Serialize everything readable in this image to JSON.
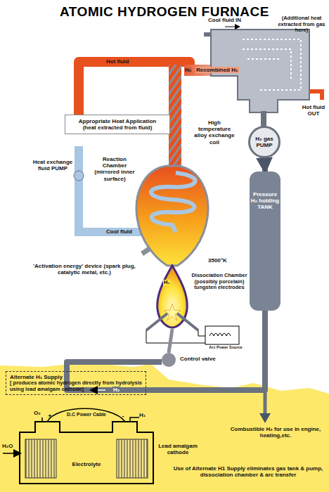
{
  "diagram": {
    "title": "ATOMIC HYDROGEN FURNACE",
    "nodes": [
      {
        "text": [
          "Appropriate Heat Application",
          "(heat extracted from fluid)"
        ]
      },
      {
        "text": [
          "H₂ gas PUMP"
        ]
      },
      {
        "text": [
          "Pressure H₂ holding TANK"
        ]
      },
      {
        "text": [
          "Alternate H₁ Supply",
          "[ produces atomic hydrogen directly from hydrolysis using lead amalgam cathode]"
        ]
      }
    ],
    "edges": [
      {
        "from": 1,
        "to": 2,
        "arrow": "to"
      }
    ],
    "labels": [
      "Cool fluid IN",
      "(Additional heat extracted from gas here)",
      "Hot fluid",
      "H₂",
      "Recombined H₂",
      "Hot fluid OUT",
      "High temperature alloy exchange coil",
      "Heat exchange fluid PUMP",
      "Reaction Chamber (mirrored inner surface)",
      "Cool fluid",
      "3500°K",
      "'Activation energy' device (spark plug, catalytic metal, etc.)",
      "Dissociation Chamber (possibly porcelain) tungsten electrodes",
      "H₁",
      "Arc Power Source",
      "Control valve",
      "H₂",
      "O₂",
      "+",
      "D.C Power Cable",
      "-",
      "H₁",
      "H₂O",
      "Electrolyte",
      "Lead amalgam cathode",
      "Combustible H₂ for use in engine, heating,etc.",
      "Use of Alternate H1 Supply eliminates gas tank & pump, dissociation chamber & arc transfer"
    ]
  }
}
